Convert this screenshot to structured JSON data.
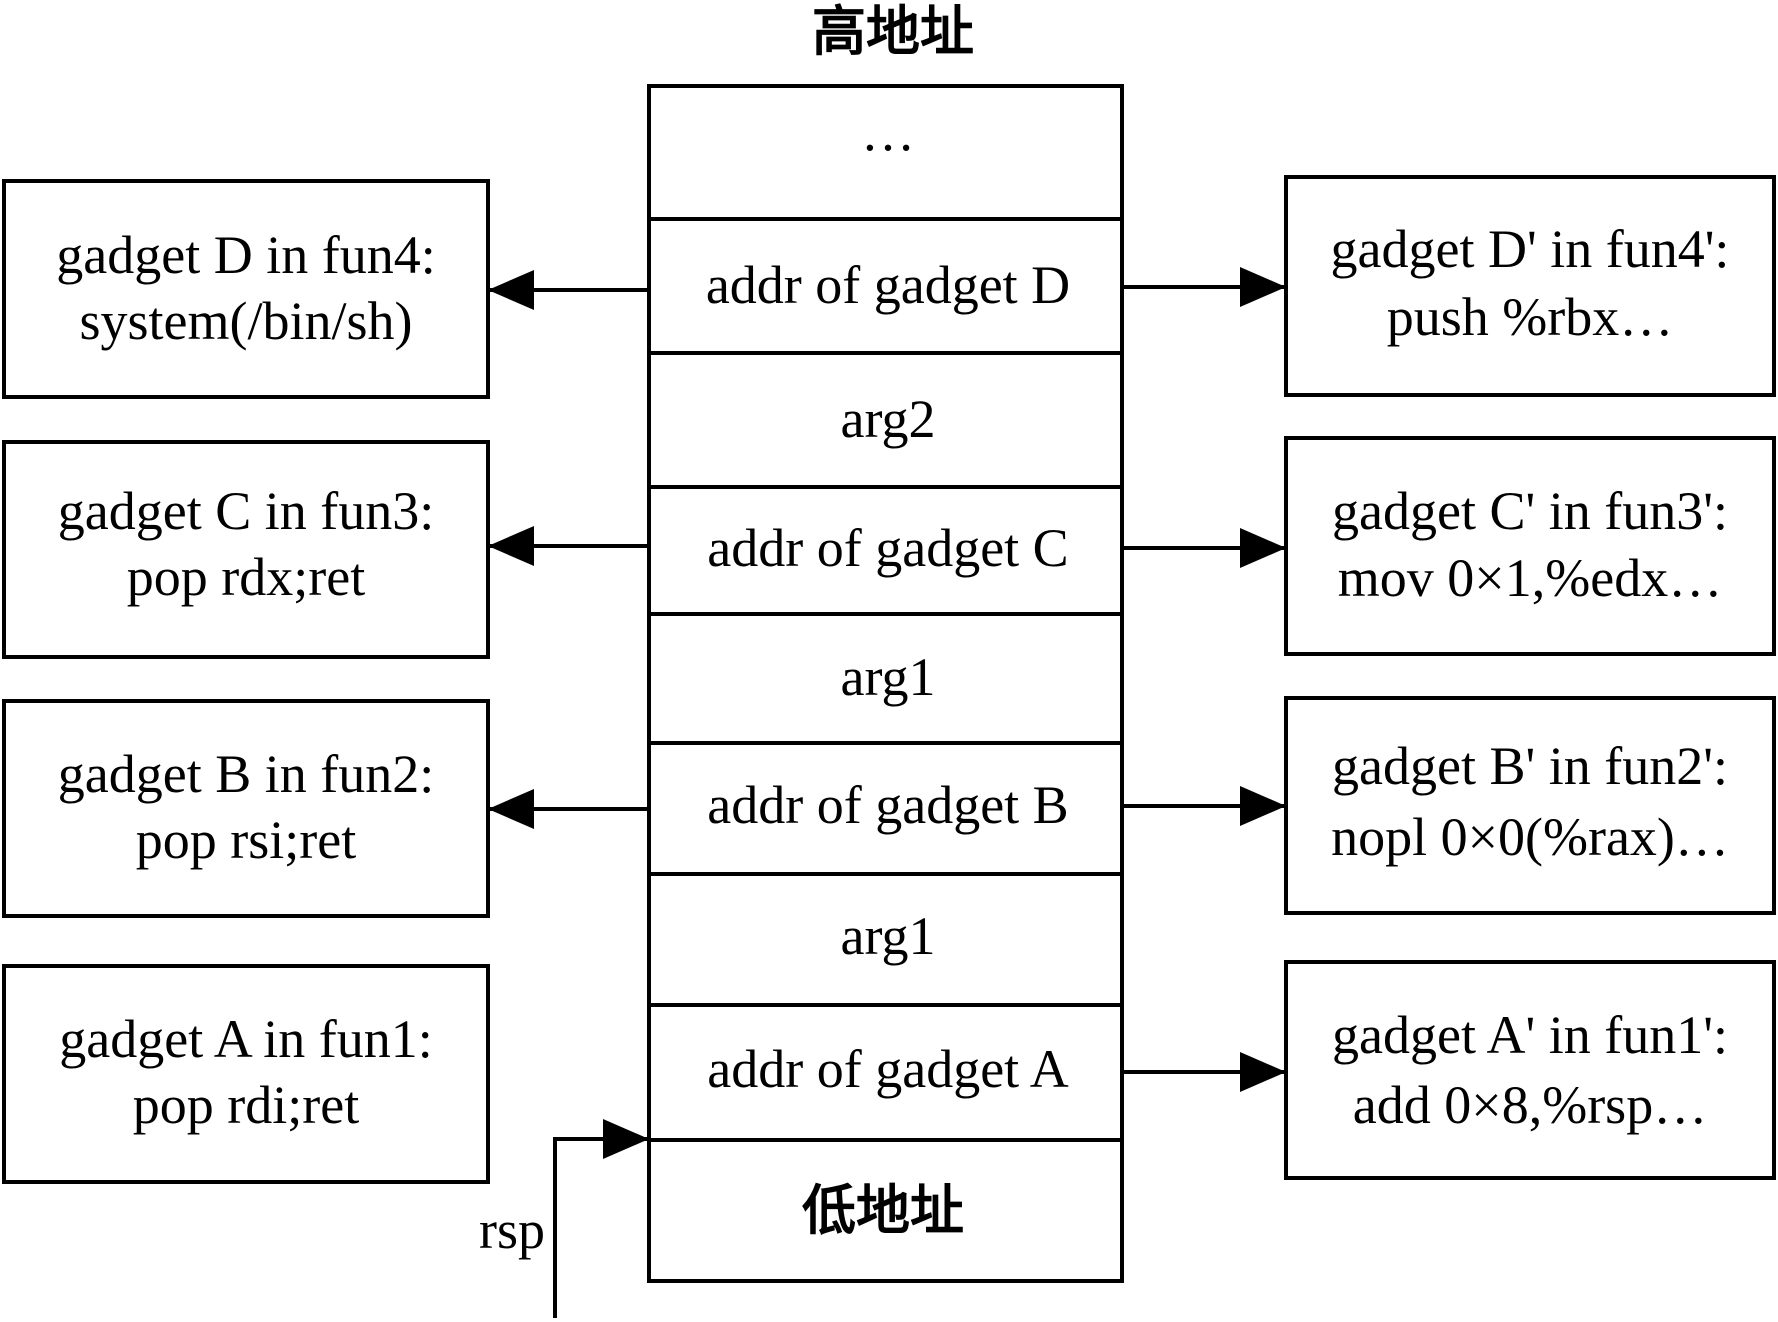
{
  "stack": {
    "top_label": "高地址",
    "cells": [
      {
        "id": "ellipsis",
        "text": "…"
      },
      {
        "id": "addr-d",
        "text": "addr of gadget D"
      },
      {
        "id": "arg2",
        "text": "arg2"
      },
      {
        "id": "addr-c",
        "text": "addr of gadget C"
      },
      {
        "id": "arg1-upper",
        "text": "arg1"
      },
      {
        "id": "addr-b",
        "text": "addr of gadget B"
      },
      {
        "id": "arg1-lower",
        "text": "arg1"
      },
      {
        "id": "addr-a",
        "text": "addr of gadget A"
      },
      {
        "id": "low-address",
        "text": "低地址"
      }
    ]
  },
  "left_gadgets": [
    {
      "id": "d",
      "line1": "gadget D in fun4:",
      "line2": "system(/bin/sh)"
    },
    {
      "id": "c",
      "line1": "gadget C in fun3:",
      "line2": "pop rdx;ret"
    },
    {
      "id": "b",
      "line1": "gadget B in fun2:",
      "line2": "pop rsi;ret"
    },
    {
      "id": "a",
      "line1": "gadget A in fun1:",
      "line2": "pop rdi;ret"
    }
  ],
  "right_gadgets": [
    {
      "id": "d",
      "line1": "gadget D' in fun4':",
      "line2": "push %rbx…"
    },
    {
      "id": "c",
      "line1": "gadget C' in fun3':",
      "line2": "mov 0×1,%edx…"
    },
    {
      "id": "b",
      "line1": "gadget B' in fun2':",
      "line2": "nopl 0×0(%rax)…"
    },
    {
      "id": "a",
      "line1": "gadget A' in fun1':",
      "line2": "add 0×8,%rsp…"
    }
  ],
  "pointer": {
    "label": "rsp"
  }
}
